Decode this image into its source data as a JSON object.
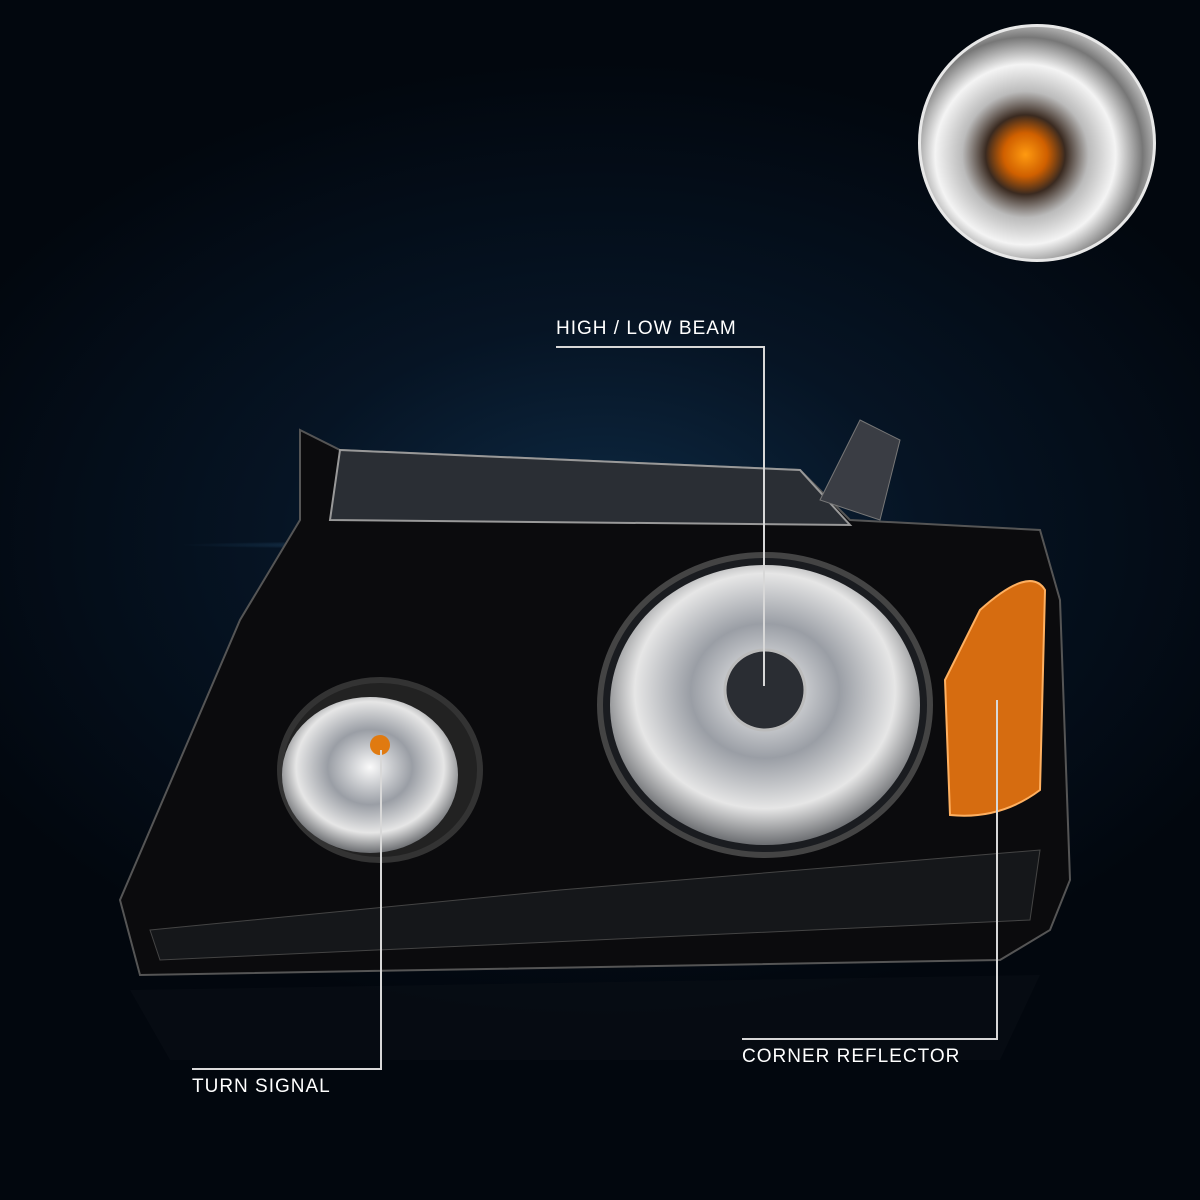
{
  "labels": {
    "high_low_beam": "HIGH / LOW BEAM",
    "turn_signal": "TURN SIGNAL",
    "corner_reflector": "CORNER REFLECTOR"
  },
  "colors": {
    "amber": "#e07a10",
    "background": "#061424",
    "housing": "#0b0b0d"
  }
}
